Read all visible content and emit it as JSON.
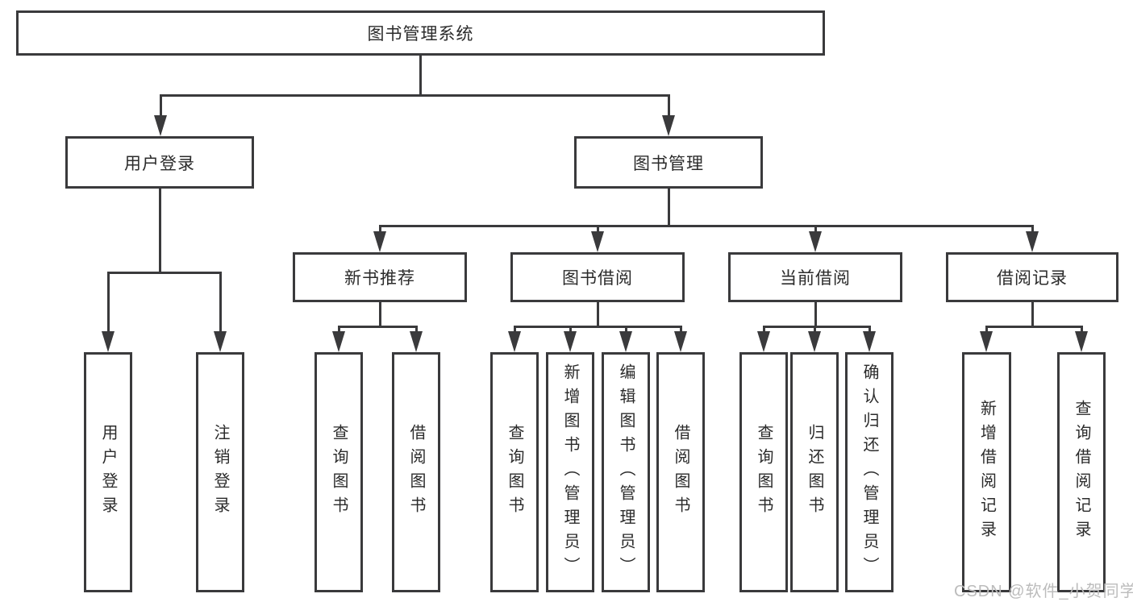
{
  "diagram": {
    "root": {
      "label": "图书管理系统"
    },
    "level2": [
      {
        "label": "用户登录"
      },
      {
        "label": "图书管理"
      }
    ],
    "level3": [
      {
        "label": "新书推荐",
        "parent": "图书管理"
      },
      {
        "label": "图书借阅",
        "parent": "图书管理"
      },
      {
        "label": "当前借阅",
        "parent": "图书管理"
      },
      {
        "label": "借阅记录",
        "parent": "图书管理"
      }
    ],
    "leaves": [
      {
        "label": "用户登录",
        "parent": "用户登录"
      },
      {
        "label": "注销登录",
        "parent": "用户登录"
      },
      {
        "label": "查询图书",
        "parent": "新书推荐"
      },
      {
        "label": "借阅图书",
        "parent": "新书推荐"
      },
      {
        "label": "查询图书",
        "parent": "图书借阅"
      },
      {
        "label": "新增图书（管理员）",
        "parent": "图书借阅"
      },
      {
        "label": "编辑图书（管理员）",
        "parent": "图书借阅"
      },
      {
        "label": "借阅图书",
        "parent": "图书借阅"
      },
      {
        "label": "查询图书",
        "parent": "当前借阅"
      },
      {
        "label": "归还图书",
        "parent": "当前借阅"
      },
      {
        "label": "确认归还（管理员）",
        "parent": "当前借阅"
      },
      {
        "label": "新增借阅记录",
        "parent": "借阅记录"
      },
      {
        "label": "查询借阅记录",
        "parent": "借阅记录"
      }
    ],
    "watermark": "CSDN @软件_小贺同学",
    "colors": {
      "line": "#3a3a3c",
      "text": "#2b2b2b",
      "watermark": "#bcbcbc",
      "background": "#ffffff"
    }
  }
}
